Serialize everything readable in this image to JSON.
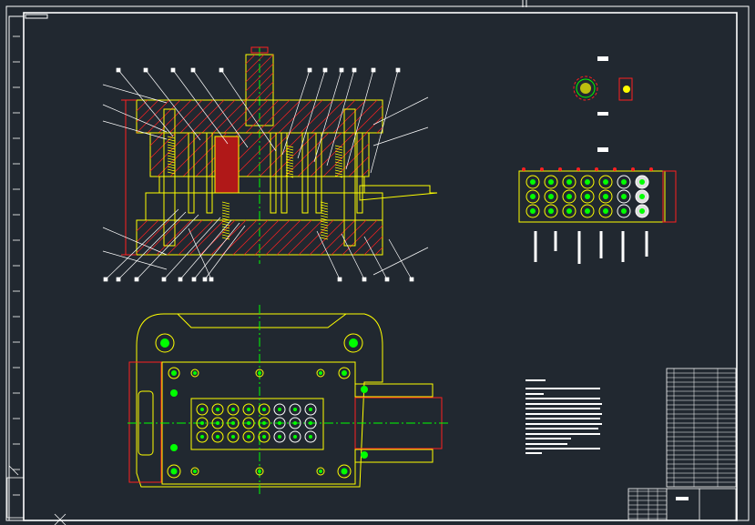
{
  "viewport": {
    "background": "#212830",
    "colors": {
      "frame": "#ffffff",
      "outline": "#ffff00",
      "section": "#ff2020",
      "centerline": "#00ff00",
      "spring": "#ffff00",
      "leader": "#ffffff",
      "dimension": "#ff2020"
    }
  },
  "drawing": {
    "views": [
      "section-front-view",
      "top-plan-view",
      "strip-layout-view",
      "blank-part-view"
    ],
    "title_block": {
      "visible_text": []
    },
    "technical_notes": {
      "visible_text": []
    }
  }
}
